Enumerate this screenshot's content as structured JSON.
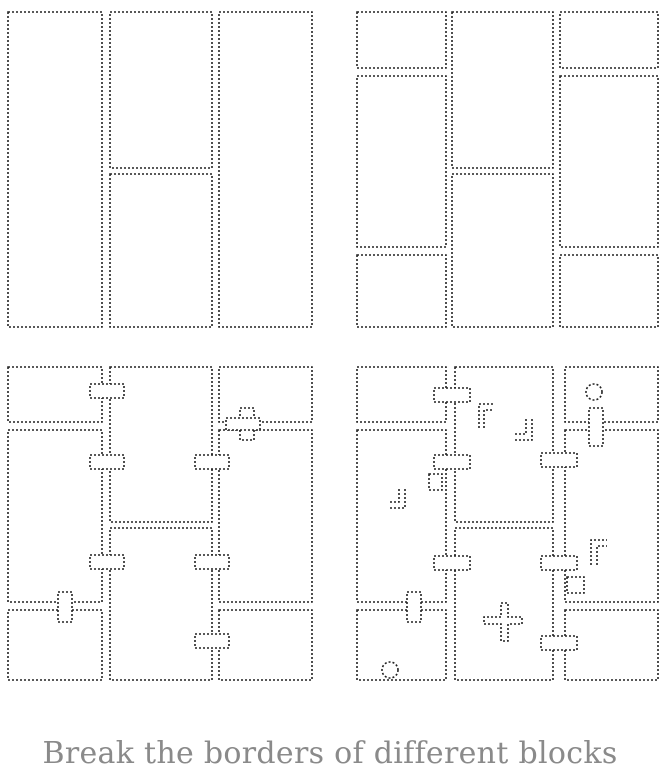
{
  "caption": "Break the borders of different blocks",
  "panels": [
    "basic-columns",
    "staggered-blocks",
    "blocks-with-joints",
    "blocks-with-joints-and-fragments"
  ]
}
